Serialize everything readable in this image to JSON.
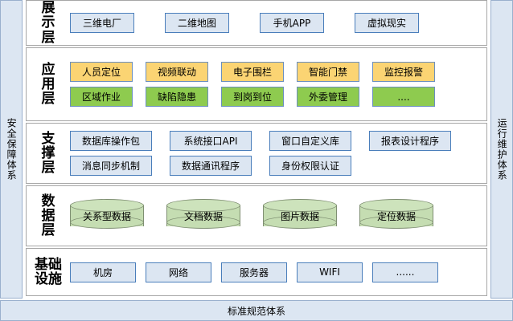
{
  "frame": {
    "left_bar_label": "安全保障体系",
    "right_bar_label": "运行维护体系",
    "bottom_bar_label": "标准规范体系"
  },
  "colors": {
    "blue_fill": "#dce6f2",
    "blue_border": "#4a7ebb",
    "yellow_fill": "#fbd473",
    "green_fill": "#8ecb4f",
    "node_border_gray_blue": "#6b8fc0",
    "cylinder_fill": "#c5ddb2",
    "cylinder_border": "#7f8f72",
    "layer_border": "#a6a6a6",
    "side_bar_fill": "#dce6f2",
    "side_bar_border": "#9ab0cd"
  },
  "layers": [
    {
      "id": "display",
      "label": "展示层",
      "rows": [
        {
          "style": "blue",
          "items": [
            {
              "label": "三维电厂"
            },
            {
              "label": "二维地图"
            },
            {
              "label": "手机APP"
            },
            {
              "label": "虚拟现实"
            }
          ]
        }
      ]
    },
    {
      "id": "application",
      "label": "应用层",
      "rows": [
        {
          "style": "yellow",
          "items": [
            {
              "label": "人员定位"
            },
            {
              "label": "视频联动"
            },
            {
              "label": "电子围栏"
            },
            {
              "label": "智能门禁"
            },
            {
              "label": "监控报警"
            }
          ]
        },
        {
          "style": "green",
          "items": [
            {
              "label": "区域作业"
            },
            {
              "label": "缺陷隐患"
            },
            {
              "label": "到岗到位"
            },
            {
              "label": "外委管理"
            },
            {
              "label": "...."
            }
          ]
        }
      ]
    },
    {
      "id": "support",
      "label": "支撑层",
      "rows": [
        {
          "style": "blue",
          "items": [
            {
              "label": "数据库操作包"
            },
            {
              "label": "系统接口API"
            },
            {
              "label": "窗口自定义库"
            },
            {
              "label": "报表设计程序"
            }
          ]
        },
        {
          "style": "blue",
          "items": [
            {
              "label": "消息同步机制"
            },
            {
              "label": "数据通讯程序"
            },
            {
              "label": "身份权限认证"
            }
          ]
        }
      ]
    },
    {
      "id": "data",
      "label": "数据层",
      "rows": [
        {
          "style": "cylinder",
          "items": [
            {
              "label": "关系型数据"
            },
            {
              "label": "文档数据"
            },
            {
              "label": "图片数据"
            },
            {
              "label": "定位数据"
            }
          ]
        }
      ]
    },
    {
      "id": "infrastructure",
      "label": "基础设施",
      "rows": [
        {
          "style": "blue",
          "items": [
            {
              "label": "机房"
            },
            {
              "label": "网络"
            },
            {
              "label": "服务器"
            },
            {
              "label": "WIFI"
            },
            {
              "label": "......"
            }
          ]
        }
      ]
    }
  ]
}
